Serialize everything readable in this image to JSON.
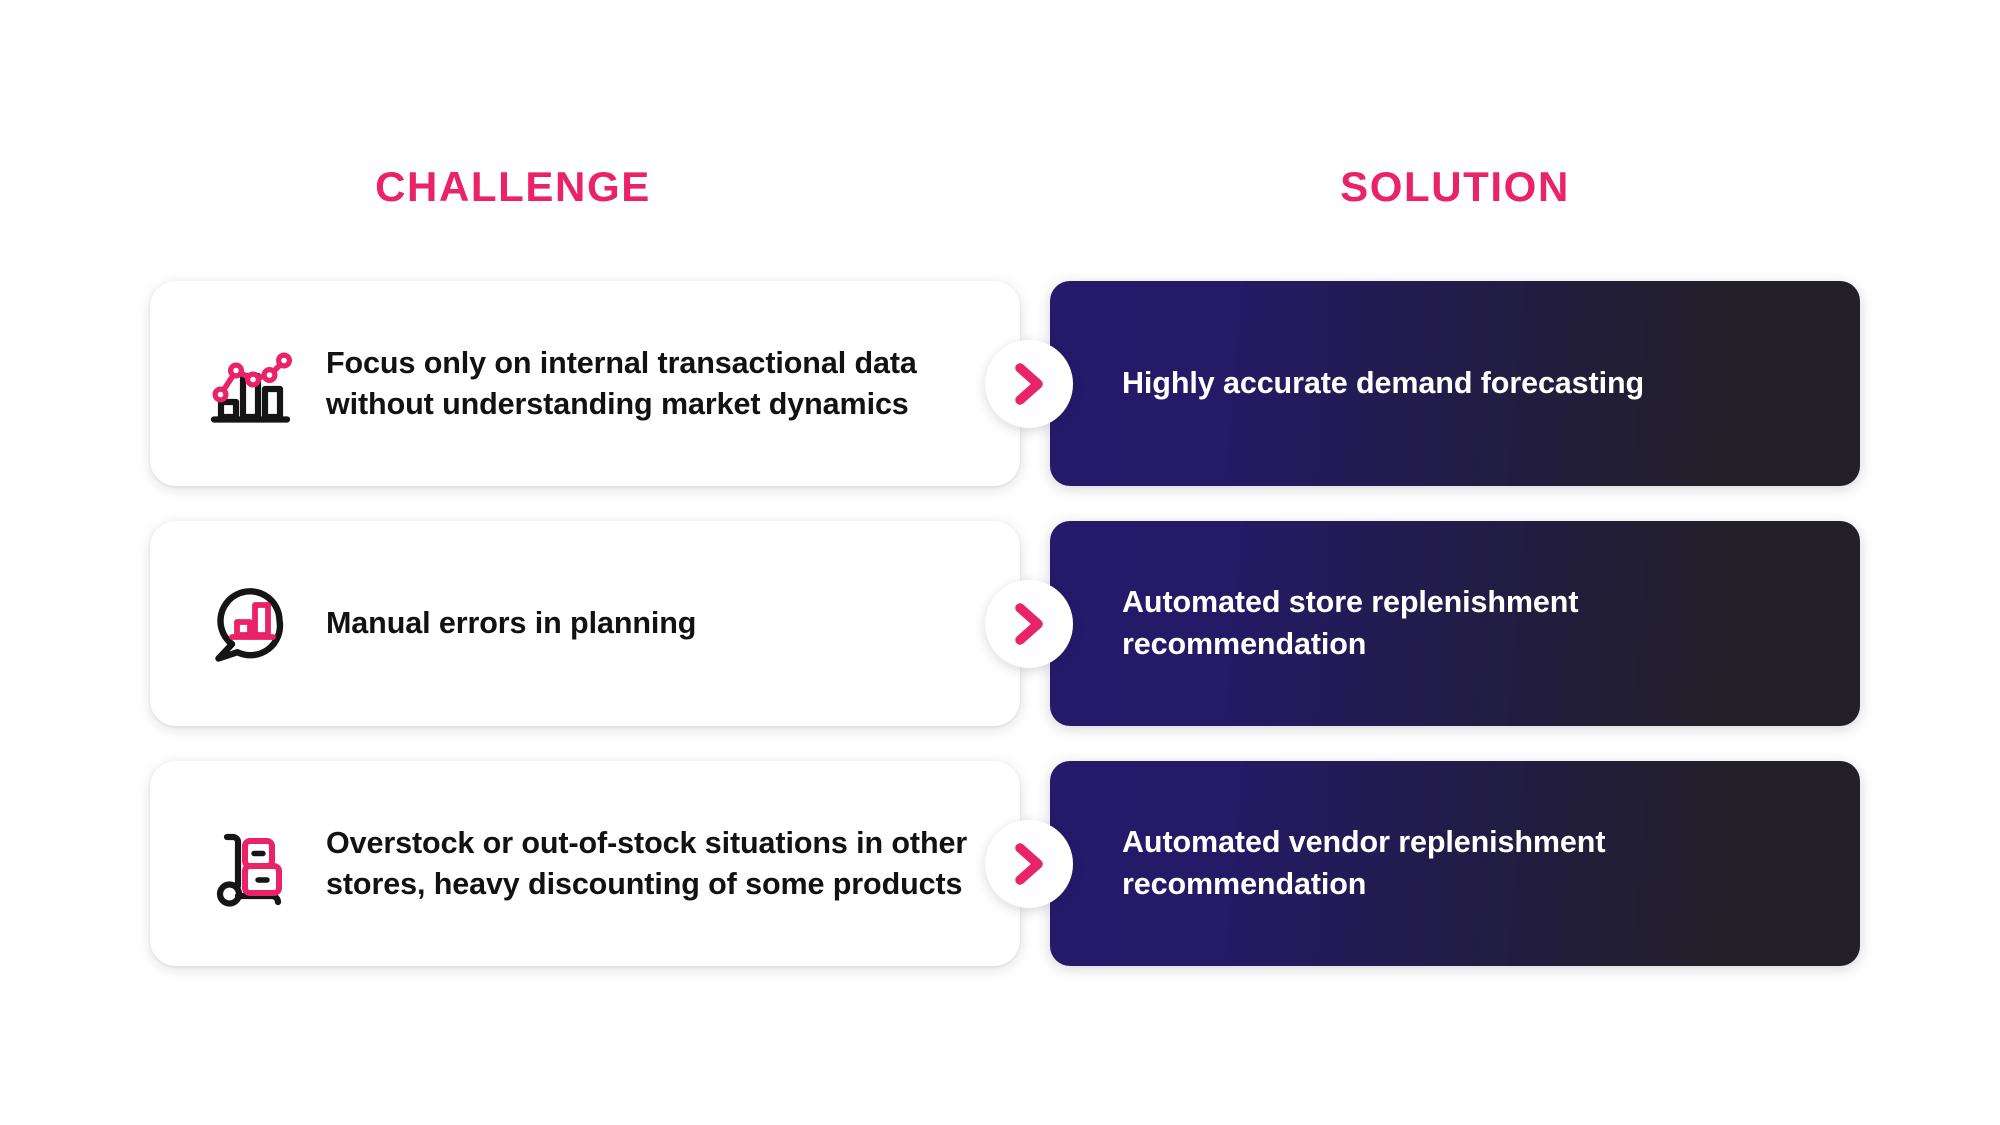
{
  "colors": {
    "accent_pink": "#ea2268",
    "card_bg": "#ffffff",
    "solution_gradient_start": "#251a6b",
    "solution_gradient_end": "#231f26",
    "text_dark": "#121212",
    "text_light": "#ffffff",
    "page_background": "#ffffff"
  },
  "headings": {
    "challenge": "CHALLENGE",
    "solution": "SOLUTION"
  },
  "rows": [
    {
      "icon": "bar-chart-trendline-icon",
      "challenge": "Focus only on internal transactional data without understanding market dynamics",
      "arrow": "chevron-right-icon",
      "solution": "Highly accurate demand forecasting"
    },
    {
      "icon": "speech-bubble-chart-icon",
      "challenge": "Manual errors in planning",
      "arrow": "chevron-right-icon",
      "solution": "Automated store replenishment recommendation"
    },
    {
      "icon": "hand-truck-boxes-icon",
      "challenge": "Overstock or out-of-stock situations in other stores, heavy discounting of some products",
      "arrow": "chevron-right-icon",
      "solution": "Automated vendor replenishment recommendation"
    }
  ]
}
